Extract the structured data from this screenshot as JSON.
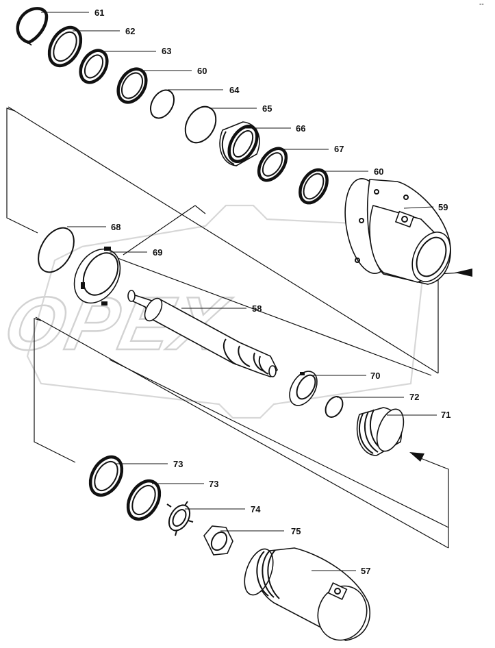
{
  "watermark": {
    "text": "OPEX"
  },
  "corner_mark": "--",
  "callouts": [
    {
      "id": "c61",
      "label": "61"
    },
    {
      "id": "c62",
      "label": "62"
    },
    {
      "id": "c63",
      "label": "63"
    },
    {
      "id": "c60a",
      "label": "60"
    },
    {
      "id": "c64",
      "label": "64"
    },
    {
      "id": "c65",
      "label": "65"
    },
    {
      "id": "c66",
      "label": "66"
    },
    {
      "id": "c67",
      "label": "67"
    },
    {
      "id": "c60b",
      "label": "60"
    },
    {
      "id": "c59",
      "label": "59"
    },
    {
      "id": "c68",
      "label": "68"
    },
    {
      "id": "c69",
      "label": "69"
    },
    {
      "id": "c58",
      "label": "58"
    },
    {
      "id": "c70",
      "label": "70"
    },
    {
      "id": "c72",
      "label": "72"
    },
    {
      "id": "c71",
      "label": "71"
    },
    {
      "id": "c73a",
      "label": "73"
    },
    {
      "id": "c73b",
      "label": "73"
    },
    {
      "id": "c74",
      "label": "74"
    },
    {
      "id": "c75",
      "label": "75"
    },
    {
      "id": "c57",
      "label": "57"
    }
  ]
}
